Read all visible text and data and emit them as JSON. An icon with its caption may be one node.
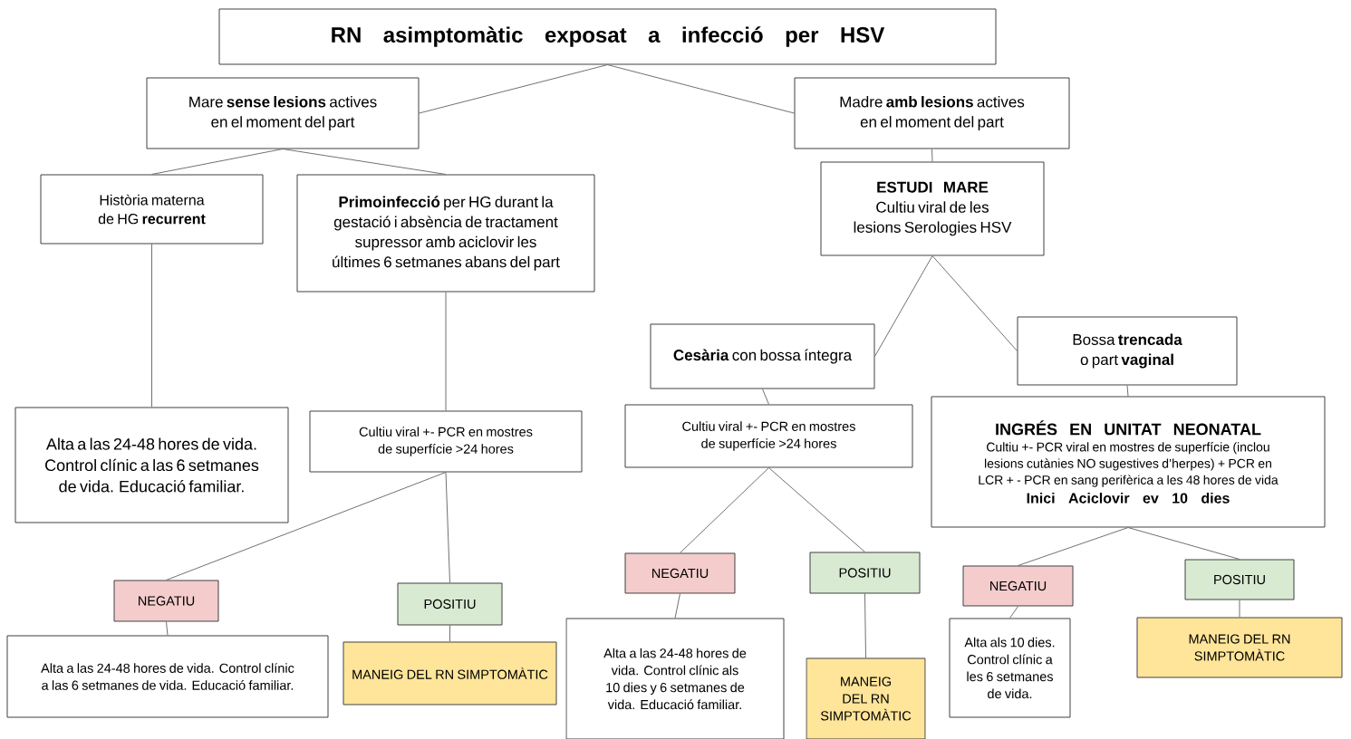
{
  "diagram": {
    "nodes": [
      {
        "text": [
          "RN asimptomàtic exposat a infecció per HSV"
        ]
      },
      {
        "text": [
          "Mare **sense lesions** actives en el moment del part"
        ]
      },
      {
        "text": [
          "Madre **amb lesions** actives en el moment del part"
        ]
      },
      {
        "text": [
          "Història materna de HG **recurrent**"
        ]
      },
      {
        "text": [
          "**Primoinfecció** per HG durant la gestació i absència de tractament supressor amb aciclovir les últimes 6 setmanes abans del part"
        ]
      },
      {
        "text": [
          "ESTUDI MARE",
          "Cultiu viral de les lesions Serologies HSV"
        ]
      },
      {
        "text": [
          "Alta a las 24-48 hores de vida. Control clínic a las 6 setmanes de vida. Educació familiar."
        ]
      },
      {
        "text": [
          "Cultiu viral +- PCR en mostres de superfície >24 hores"
        ]
      },
      {
        "text": [
          "**Cesària** con bossa íntegra"
        ]
      },
      {
        "text": [
          "Bossa **trencada** o part **vaginal**"
        ]
      },
      {
        "text": [
          "Cultiu viral +- PCR en mostres de superfície >24 hores"
        ]
      },
      {
        "text": [
          "INGRÉS EN UNITAT NEONATAL",
          "Cultiu +- PCR viral en mostres de superfície (inclou lesions cutànies NO sugestives d’herpes) + PCR en LCR + - PCR en sang perifèrica a les 48 hores de vida",
          "Inici Aciclovir ev 10 dies"
        ]
      },
      {
        "text": [
          "NEGATIU"
        ]
      },
      {
        "text": [
          "POSITIU"
        ]
      },
      {
        "text": [
          "NEGATIU"
        ]
      },
      {
        "text": [
          "POSITIU"
        ]
      },
      {
        "text": [
          "NEGATIU"
        ]
      },
      {
        "text": [
          "POSITIU"
        ]
      },
      {
        "text": [
          "Alta a las 24-48 hores de vida. Control clínic a las 6 setmanes de vida. Educació familiar."
        ]
      },
      {
        "text": [
          "MANEIG DEL RN SIMPTOMÀTIC"
        ]
      },
      {
        "text": [
          "Alta a las 24-48 hores de vida. Control clínic als 10 dies y 6 setmanes de vida. Educació familiar."
        ]
      },
      {
        "text": [
          "MANEIG DEL RN SIMPTOMÀTIC"
        ]
      },
      {
        "text": [
          "Alta als 10 dies. Control clínic a les 6 setmanes de vida."
        ]
      },
      {
        "text": [
          "MANEIG DEL RN SIMPTOMÀTIC"
        ]
      }
    ],
    "edges": [
      {
        "from": 0,
        "to": 1,
        "arrow": "none"
      },
      {
        "from": 0,
        "to": 2,
        "arrow": "none"
      },
      {
        "from": 1,
        "to": 3,
        "arrow": "none"
      },
      {
        "from": 1,
        "to": 4,
        "arrow": "none"
      },
      {
        "from": 2,
        "to": 5,
        "arrow": "none"
      },
      {
        "from": 3,
        "to": 6,
        "arrow": "none"
      },
      {
        "from": 4,
        "to": 7,
        "arrow": "none"
      },
      {
        "from": 5,
        "to": 8,
        "arrow": "none"
      },
      {
        "from": 5,
        "to": 9,
        "arrow": "none"
      },
      {
        "from": 7,
        "to": 12,
        "arrow": "none"
      },
      {
        "from": 7,
        "to": 13,
        "arrow": "none"
      },
      {
        "from": 8,
        "to": 10,
        "arrow": "none"
      },
      {
        "from": 9,
        "to": 11,
        "arrow": "none"
      },
      {
        "from": 10,
        "to": 14,
        "arrow": "none"
      },
      {
        "from": 10,
        "to": 15,
        "arrow": "none"
      },
      {
        "from": 11,
        "to": 16,
        "arrow": "none"
      },
      {
        "from": 11,
        "to": 17,
        "arrow": "none"
      },
      {
        "from": 12,
        "to": 18,
        "arrow": "none"
      },
      {
        "from": 13,
        "to": 19,
        "arrow": "none"
      },
      {
        "from": 14,
        "to": 20,
        "arrow": "none"
      },
      {
        "from": 15,
        "to": 21,
        "arrow": "none"
      },
      {
        "from": 16,
        "to": 22,
        "arrow": "none"
      },
      {
        "from": 17,
        "to": 23,
        "arrow": "none"
      }
    ]
  }
}
